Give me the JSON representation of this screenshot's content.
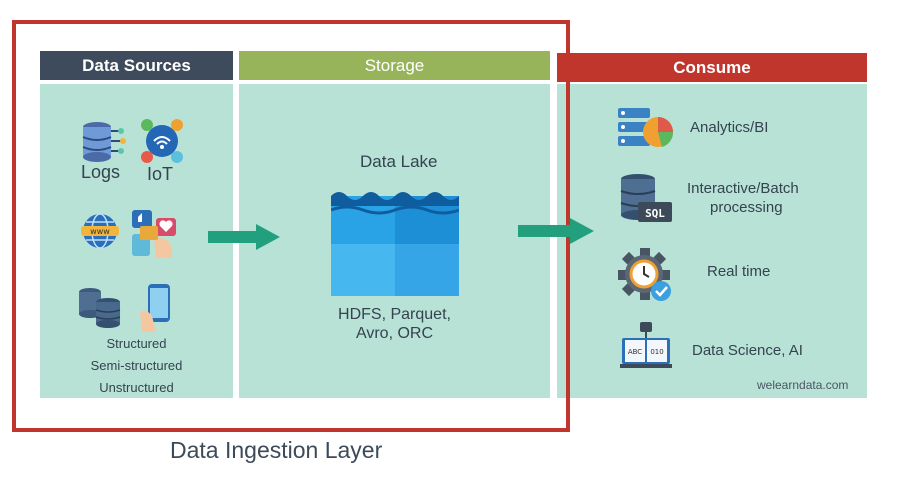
{
  "sources": {
    "header": "Data Sources",
    "logs": "Logs",
    "iot": "IoT",
    "types": [
      "Structured",
      "Semi-structured",
      "Unstructured"
    ],
    "header_color": "#3e4b5c"
  },
  "storage": {
    "header": "Storage",
    "lake_title": "Data Lake",
    "formats_line1": "HDFS, Parquet,",
    "formats_line2": "Avro, ORC",
    "header_color": "#98b45a"
  },
  "consume": {
    "header": "Consume",
    "items": [
      "Analytics/BI",
      "Interactive/Batch",
      "processing",
      "Real time",
      "Data Science, AI"
    ],
    "watermark": "welearndata.com",
    "header_color": "#c0352c"
  },
  "ingestion_label": "Data Ingestion Layer",
  "colors": {
    "panel": "#b9e2d7",
    "arrow": "#22a07d",
    "frame": "#c0352c"
  },
  "icons": [
    "database-icon",
    "iot-icon",
    "web-icon",
    "social-media-icon",
    "db-cluster-icon",
    "smartphone-icon",
    "lake-icon",
    "analytics-icon",
    "sql-db-icon",
    "realtime-gear-icon",
    "data-science-icon"
  ]
}
